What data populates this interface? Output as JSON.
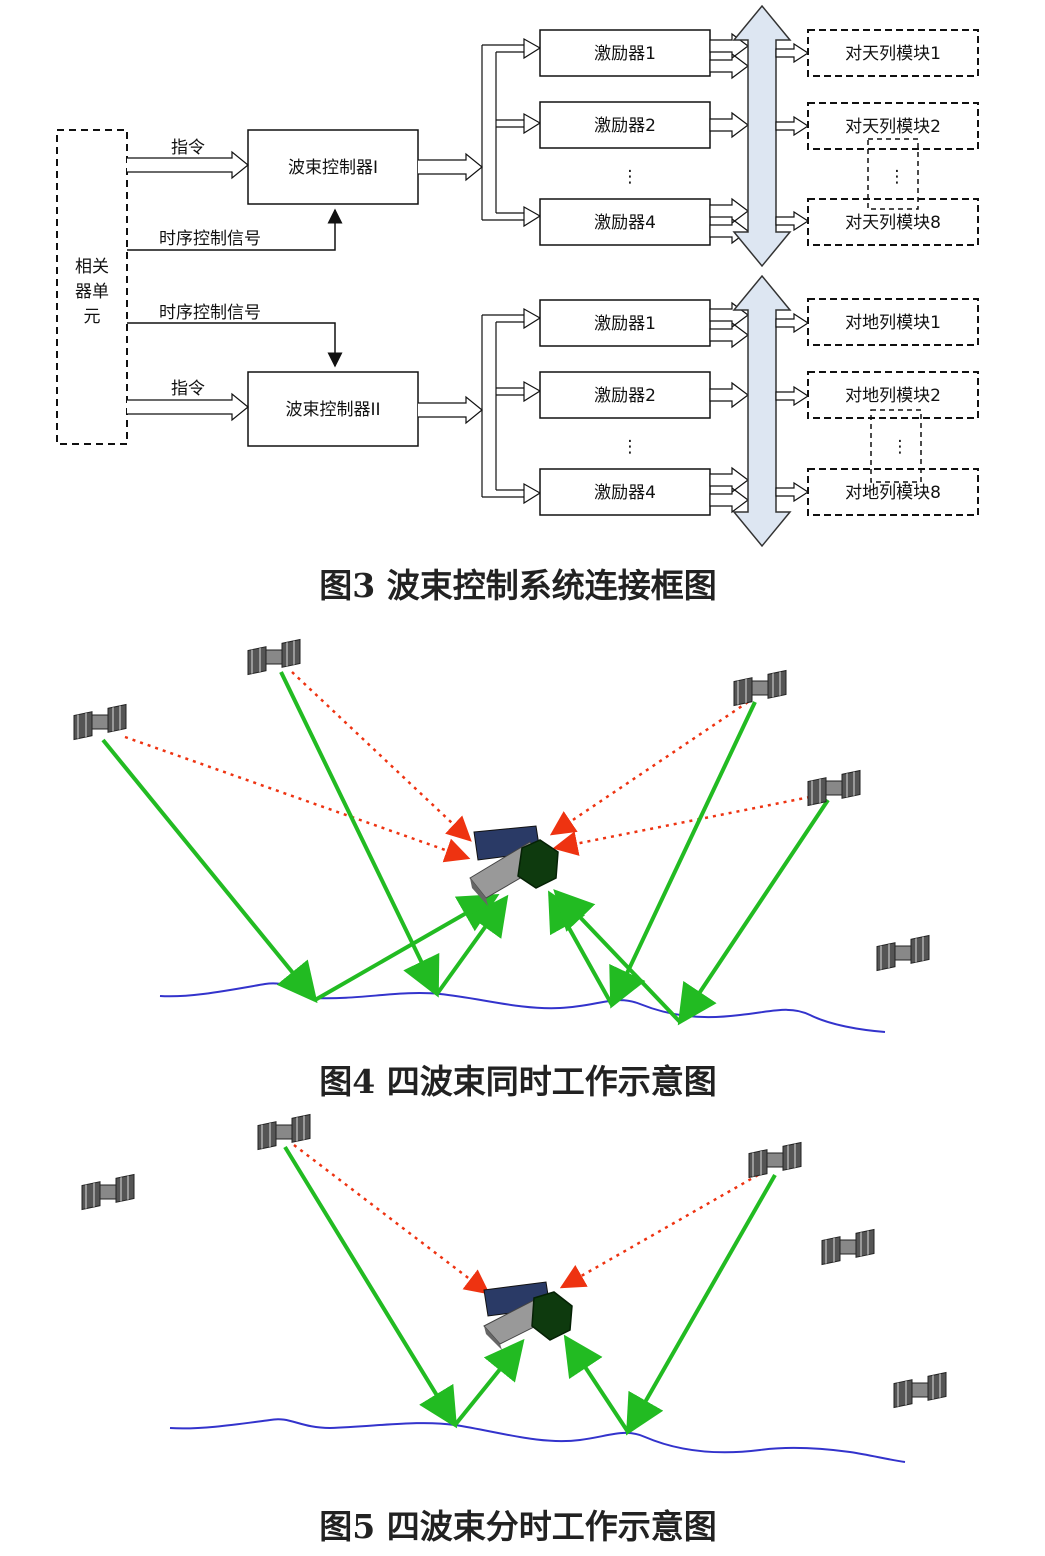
{
  "fig3": {
    "correlator": [
      "相关",
      "器单",
      "元"
    ],
    "cmd_label": "指令",
    "timing_label": "时序控制信号",
    "controller1": "波束控制器I",
    "controller2": "波束控制器II",
    "exciters": [
      "激励器1",
      "激励器2",
      "激励器4"
    ],
    "vdots": "⋮",
    "sky_modules": [
      "对天列模块1",
      "对天列模块2",
      "对天列模块8"
    ],
    "ground_modules": [
      "对地列模块1",
      "对地列模块2",
      "对地列模块8"
    ],
    "caption": "图3 波束控制系统连接框图"
  },
  "fig4": {
    "caption": "图4 四波束同时工作示意图"
  },
  "fig5": {
    "caption": "图5 四波束分时工作示意图"
  },
  "colors": {
    "reflect": "#22bb22",
    "direct": "#ee3311",
    "sea": "#3333cc",
    "bus": "#dde6f2"
  }
}
